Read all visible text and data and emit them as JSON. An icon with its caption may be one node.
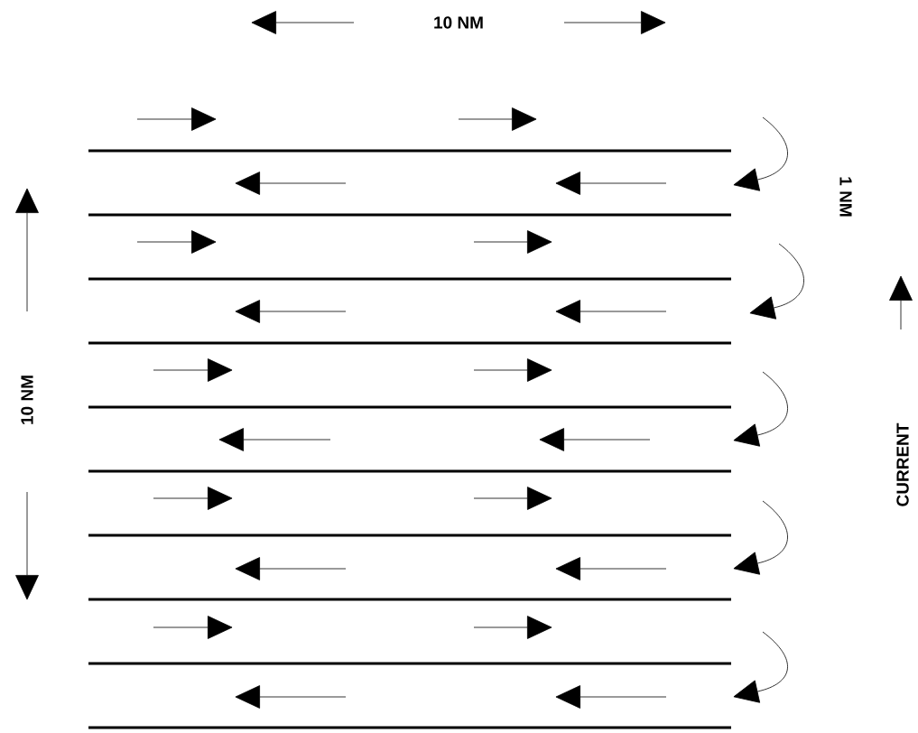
{
  "diagram": {
    "labels": [
      "10 NM",
      "1 NM",
      "10 NM",
      "CURRENT"
    ]
  }
}
